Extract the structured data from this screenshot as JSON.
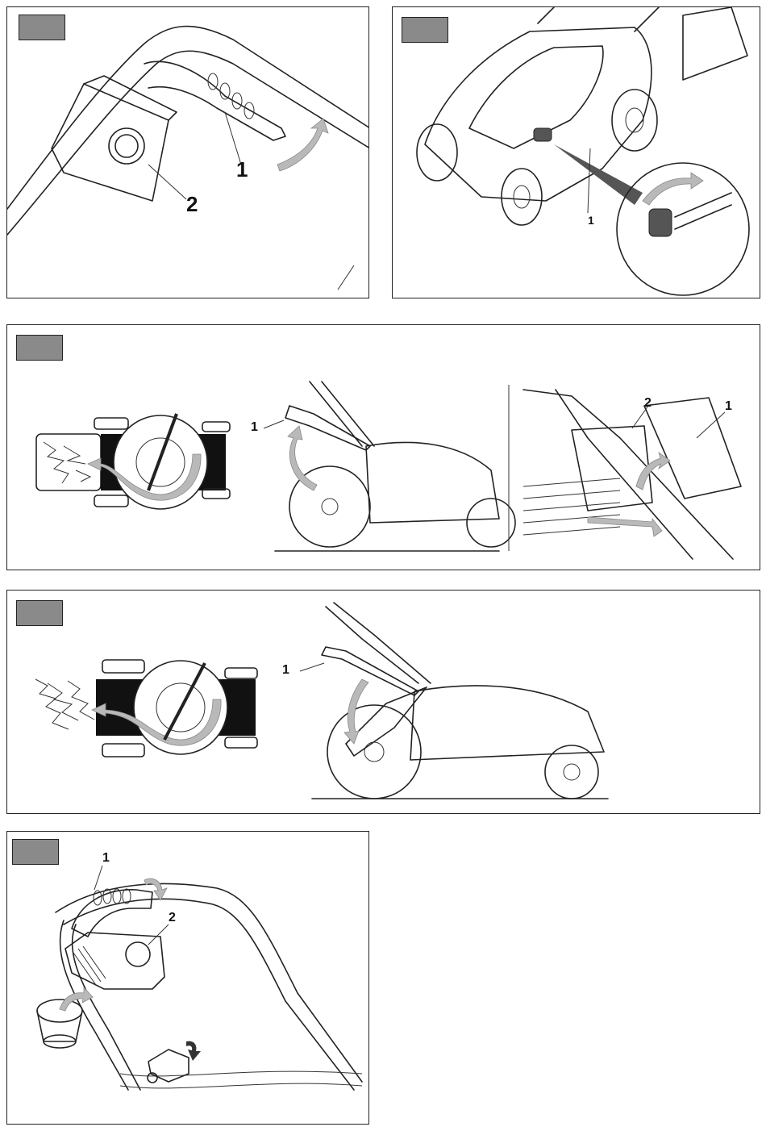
{
  "figures": [
    {
      "id": "fig-1",
      "labels": [
        {
          "text": "1"
        },
        {
          "text": "2"
        }
      ]
    },
    {
      "id": "fig-2",
      "labels": [
        {
          "text": "1"
        }
      ]
    },
    {
      "id": "fig-3",
      "labels": [
        {
          "text": "1"
        },
        {
          "text": "1"
        },
        {
          "text": "2"
        }
      ]
    },
    {
      "id": "fig-4",
      "labels": [
        {
          "text": "1"
        }
      ]
    },
    {
      "id": "fig-5",
      "labels": [
        {
          "text": "1"
        },
        {
          "text": "2"
        }
      ]
    }
  ],
  "colors": {
    "tag": "#8a8a8a",
    "arrow": "#b9b9b9",
    "line": "#222222"
  }
}
